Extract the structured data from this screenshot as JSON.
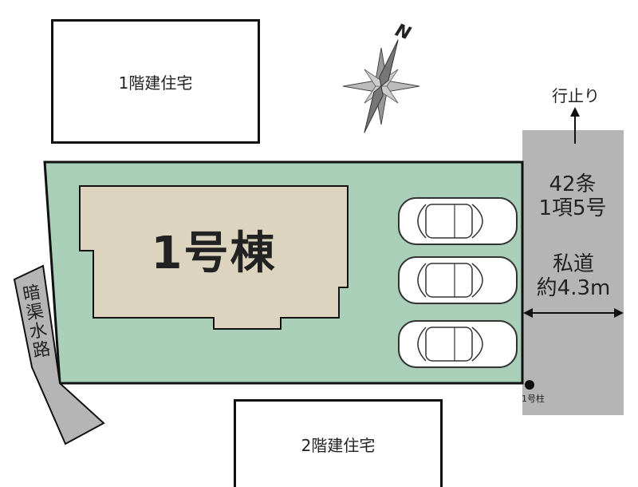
{
  "neighbors": {
    "top_label": "1階建住宅",
    "bottom_label": "2階建住宅"
  },
  "site": {
    "building_label": "1号棟",
    "parking_spaces": 3
  },
  "road": {
    "class_line1": "42条",
    "class_line2": "1項5号",
    "type_line1": "私道",
    "type_line2": "約4.3m",
    "dead_end": "行止り"
  },
  "drainage": {
    "label_chars": [
      "暗",
      "渠",
      "水",
      "路"
    ]
  },
  "pole": {
    "label": "1号柱"
  },
  "compass": {
    "north": "N"
  },
  "colors": {
    "lot": "#a9cfb9",
    "building": "#ddd4bf",
    "road": "#b5b5b5",
    "outline": "#111111"
  }
}
